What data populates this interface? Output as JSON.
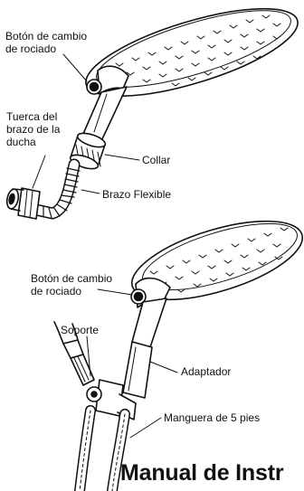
{
  "labels": {
    "spray_button_top": "Botón de cambio\nde rociado",
    "arm_nut": "Tuerca del\nbrazo de la\nducha",
    "collar": "Collar",
    "flexible_arm": "Brazo Flexible",
    "spray_button_bottom": "Botón de cambio\nde rociado",
    "bracket": "Soporte",
    "adapter": "Adaptador",
    "hose": "Manguera de 5 pies"
  },
  "title": "Manual de Instr"
}
